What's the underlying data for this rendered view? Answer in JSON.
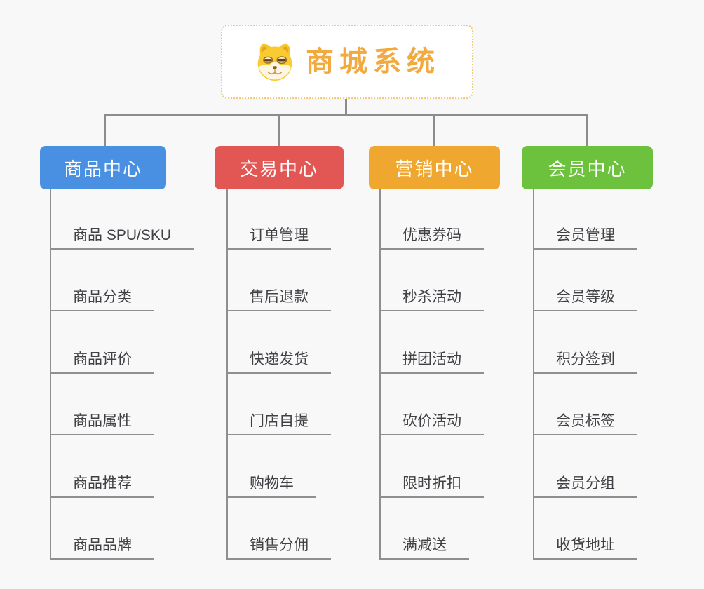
{
  "root": {
    "title": "商城系统",
    "icon": "dog-face-icon"
  },
  "branches": [
    {
      "label": "商品中心",
      "color": "#4A90E2",
      "items": [
        "商品 SPU/SKU",
        "商品分类",
        "商品评价",
        "商品属性",
        "商品推荐",
        "商品品牌"
      ]
    },
    {
      "label": "交易中心",
      "color": "#E25653",
      "items": [
        "订单管理",
        "售后退款",
        "快递发货",
        "门店自提",
        "购物车",
        "销售分佣"
      ]
    },
    {
      "label": "营销中心",
      "color": "#EFA730",
      "items": [
        "优惠券码",
        "秒杀活动",
        "拼团活动",
        "砍价活动",
        "限时折扣",
        "满减送"
      ]
    },
    {
      "label": "会员中心",
      "color": "#6CC13D",
      "items": [
        "会员管理",
        "会员等级",
        "积分签到",
        "会员标签",
        "会员分组",
        "收货地址"
      ]
    }
  ],
  "colors": {
    "background": "#F8F8F8",
    "connector": "#8C8C8C",
    "item_text": "#3F4145",
    "root_title": "#F2A93E",
    "root_border": "#F3C87A"
  }
}
